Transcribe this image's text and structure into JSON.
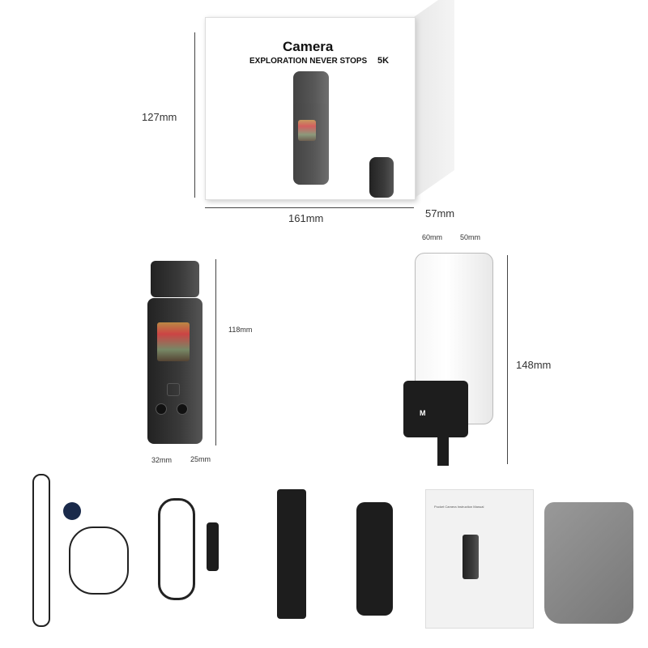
{
  "box": {
    "title": "Camera",
    "tagline": "EXPLORATION NEVER STOPS",
    "resolution": "5K"
  },
  "dimensions": {
    "box_height": "127mm",
    "box_width": "161mm",
    "box_depth": "57mm",
    "camera_height": "118mm",
    "camera_width": "32mm",
    "camera_depth": "25mm",
    "case_width": "60mm",
    "case_depth": "50mm",
    "case_height": "148mm"
  },
  "manual": {
    "title": "Pocket Camera Instruction Manual"
  },
  "case_buttons": {
    "mode": "M"
  }
}
